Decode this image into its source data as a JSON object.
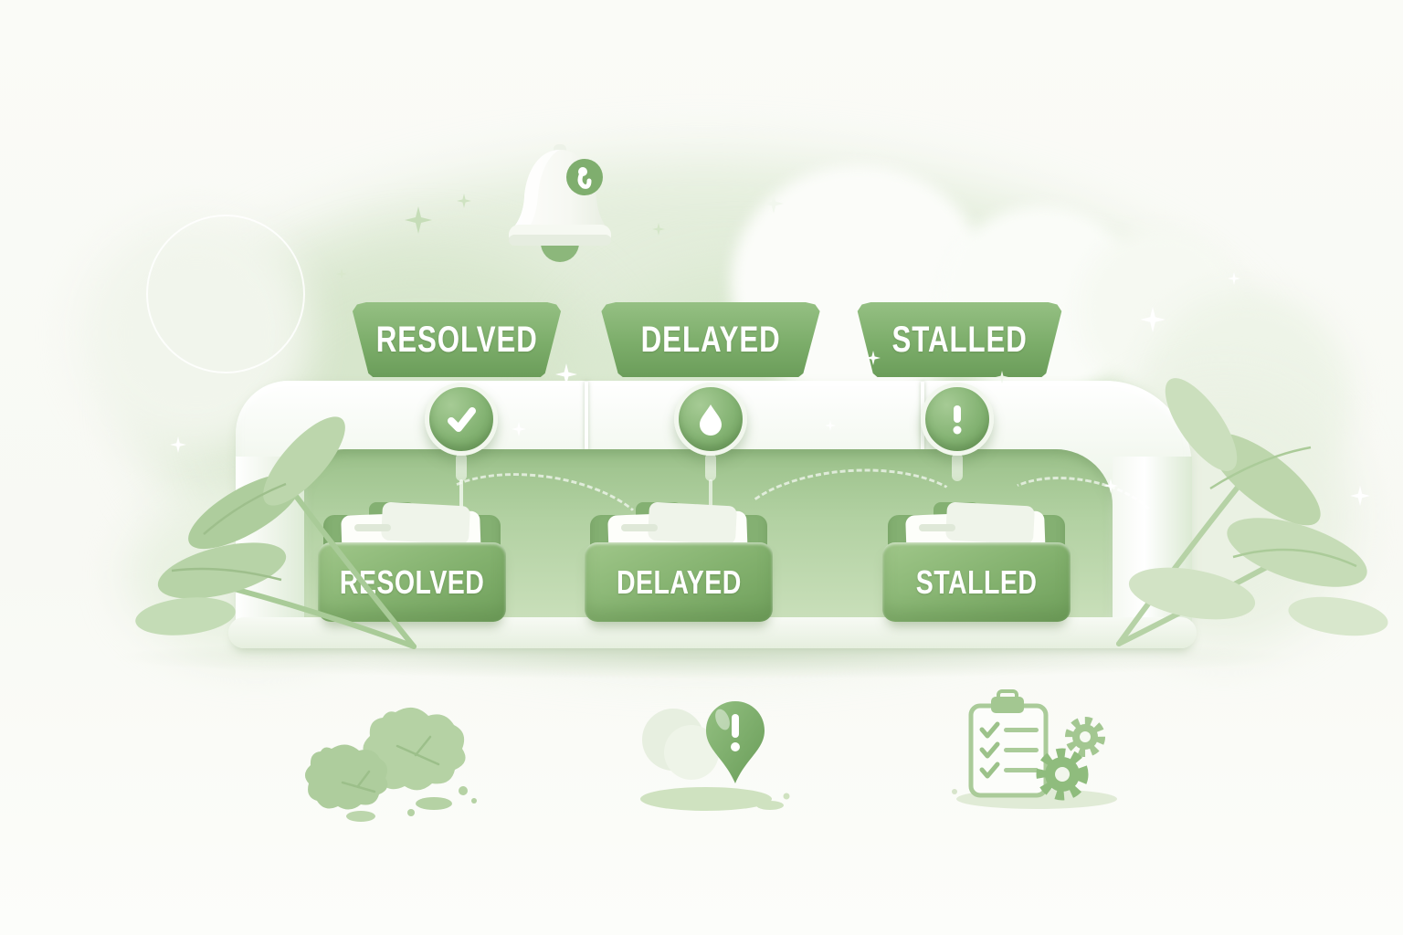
{
  "scene": {
    "title": "status-pipeline-illustration",
    "stages": [
      {
        "banner_label": "RESOLVED",
        "status_icon": "checkmark",
        "folder_label": "RESOLVED"
      },
      {
        "banner_label": "DELAYED",
        "status_icon": "droplet",
        "folder_label": "DELAYED"
      },
      {
        "banner_label": "STALLED",
        "status_icon": "exclamation",
        "folder_label": "STALLED"
      }
    ],
    "decorations": {
      "top": [
        "bell-icon",
        "notification-badge",
        "clouds",
        "sparkles"
      ],
      "middle": [
        "pipe",
        "green-panel",
        "dashed-route-lines",
        "leaves-left",
        "leaves-right"
      ],
      "bottom": [
        "splat-icon",
        "map-pin-alert-icon",
        "clipboard-checklist-icon",
        "gear-icons",
        "puddles"
      ]
    },
    "colors": {
      "background": "#f8f9f4",
      "accent_green": "#7cad6a",
      "banner_green_top": "#95c083",
      "banner_green_bottom": "#6b9d5a",
      "panel_green": "#b2d1a2",
      "pipe_white": "#f3f8f0",
      "leaf_green": "#bcd6ac",
      "label_text": "#ffffff"
    }
  }
}
